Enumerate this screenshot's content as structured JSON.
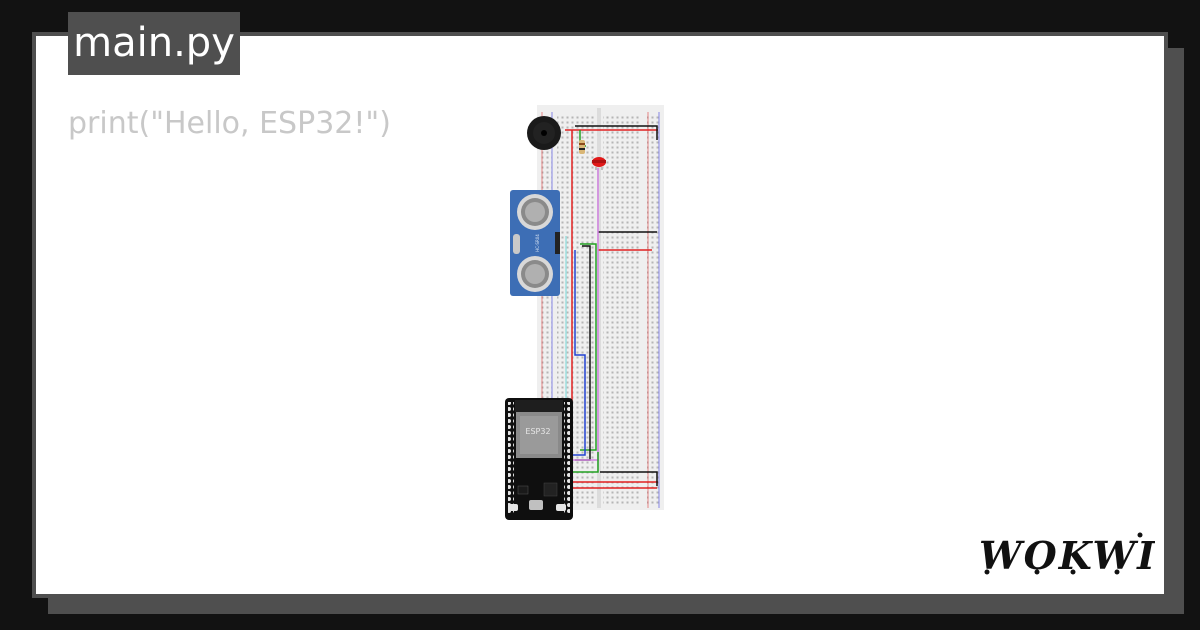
{
  "editor": {
    "filename": "main.py",
    "code_line": "print(\"Hello, ESP32!\")"
  },
  "circuit": {
    "esp32_label": "ESP32",
    "sensor_label": "HC-SR04"
  },
  "brand": {
    "logo_text": "WOKWI"
  },
  "colors": {
    "background": "#121212",
    "card_frame": "#4f4f4f",
    "card": "#ffffff",
    "code_text": "#c8c8c8",
    "wire_red": "#e02020",
    "wire_black": "#111111",
    "wire_green": "#22a022",
    "wire_blue": "#2040d0",
    "wire_violet": "#d080e0"
  }
}
